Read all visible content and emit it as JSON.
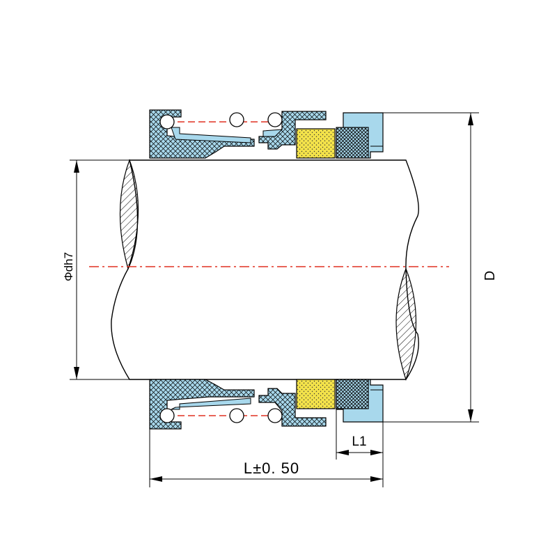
{
  "labels": {
    "shaft_diameter": "Φdh7",
    "outer_diameter": "D",
    "l1": "L1",
    "length": "L±0. 50"
  },
  "colors": {
    "line": "#000000",
    "component": "#a8d8ec",
    "seal_face": "#f3e24a",
    "centerline": "#e03020",
    "background": "#ffffff"
  }
}
